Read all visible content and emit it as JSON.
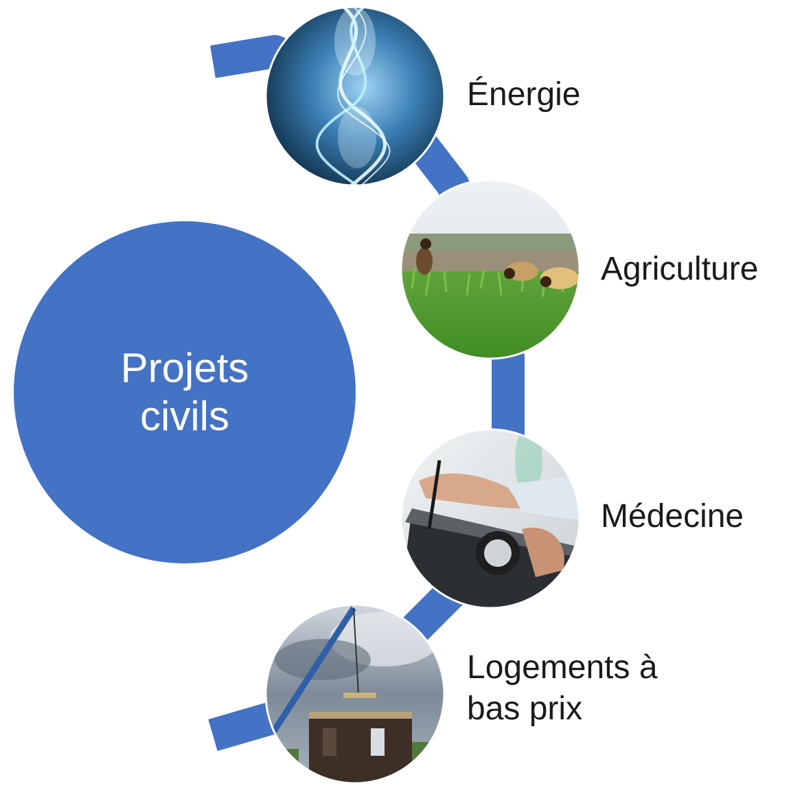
{
  "center": {
    "line1": "Projets",
    "line2": "civils",
    "color": "#4472c4"
  },
  "arc_color": "#4472c4",
  "items": [
    {
      "label": "Énergie",
      "image": "energy-helix-photo"
    },
    {
      "label": "Agriculture",
      "image": "rice-field-farmers-photo"
    },
    {
      "label": "Médecine",
      "image": "blood-pressure-measurement-photo"
    },
    {
      "label_line1": "Logements à",
      "label_line2": "bas prix",
      "image": "house-construction-crane-photo"
    }
  ]
}
